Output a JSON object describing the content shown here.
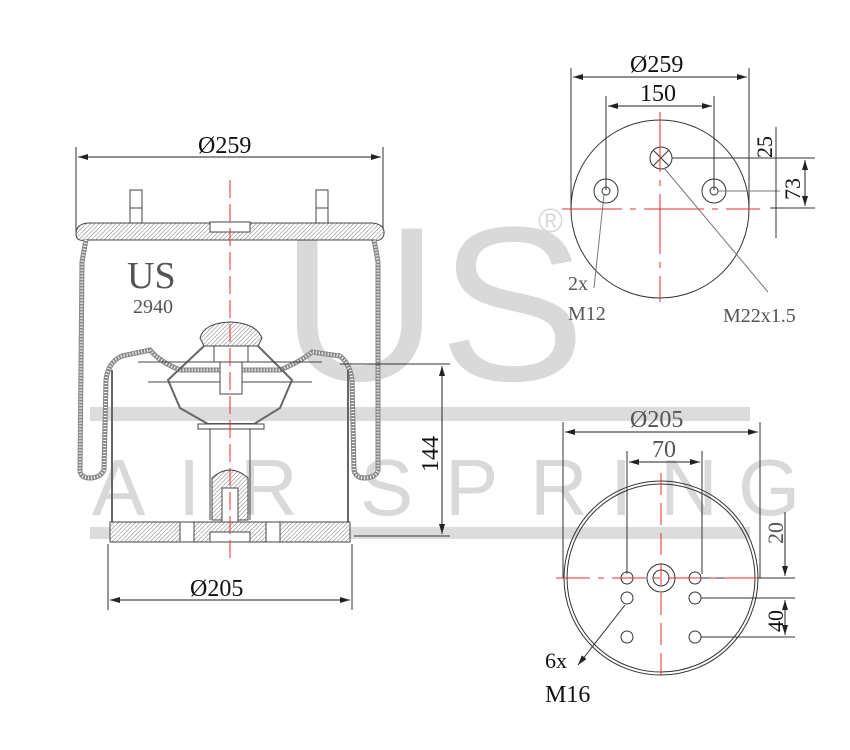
{
  "watermark": {
    "brand": "US",
    "registered": "®",
    "tagline_letters": [
      "A",
      "I",
      "R",
      "S",
      "P",
      "R",
      "I",
      "N",
      "G"
    ],
    "tagline": "AIR SPRING",
    "color": "#d9d9d9"
  },
  "side_view": {
    "title_brand": "US",
    "model_number": "2940",
    "top_diameter": "Ø259",
    "bottom_diameter": "Ø205",
    "height": "144"
  },
  "top_plate_view": {
    "outer_diameter": "Ø259",
    "stud_spacing": "150",
    "air_inlet_offset": "25",
    "stud_offset": "73",
    "stud_callout_count": "2x",
    "stud_callout_thread": "M12",
    "air_inlet_callout": "M22x1.5"
  },
  "base_plate_view": {
    "outer_diameter": "Ø205",
    "hole_spacing": "70",
    "hole_offset_1": "20",
    "hole_offset_2": "40",
    "hole_callout_count": "6x",
    "hole_callout_thread": "M16"
  },
  "colors": {
    "line": "#333333",
    "centerline": "#e03030",
    "dimension": "#111111",
    "hatch": "#777777"
  }
}
